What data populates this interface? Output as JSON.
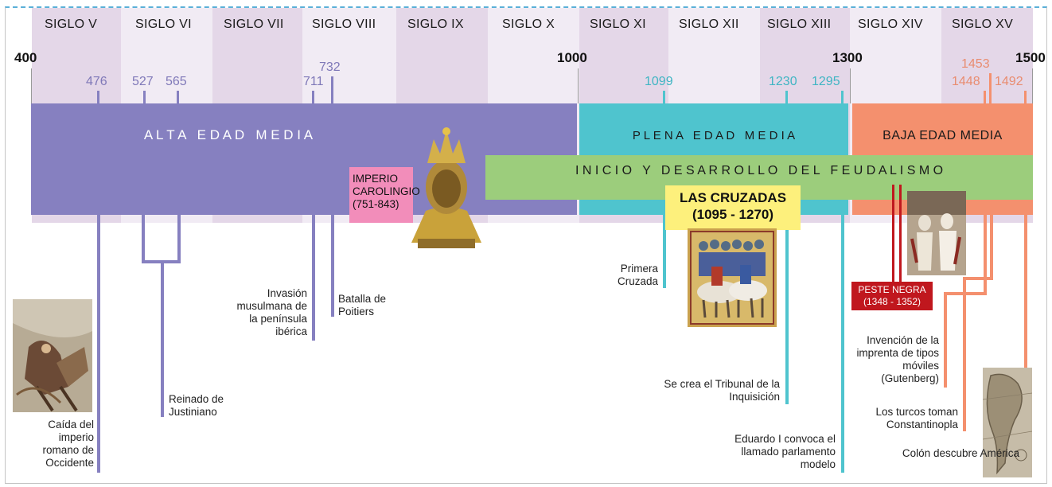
{
  "centuries": [
    "SIGLO V",
    "SIGLO VI",
    "SIGLO VII",
    "SIGLO VIII",
    "SIGLO IX",
    "SIGLO X",
    "SIGLO XI",
    "SIGLO XII",
    "SIGLO XIII",
    "SIGLO XIV",
    "SIGLO XV"
  ],
  "major_years": {
    "y400": "400",
    "y1000": "1000",
    "y1300": "1300",
    "y1500": "1500"
  },
  "years": {
    "y476": "476",
    "y527": "527",
    "y565": "565",
    "y711": "711",
    "y732": "732",
    "y1099": "1099",
    "y1230": "1230",
    "y1295": "1295",
    "y1453": "1453",
    "y1448": "1448",
    "y1492": "1492"
  },
  "periods": {
    "alta": "A L T A   E D A D   M E D I A",
    "plena": "P L E N A   E D A D   M E D I A",
    "baja": "BAJA EDAD MEDIA",
    "feudalismo": "I N I C I O   Y   D E S A R R O L L O   D E L   F E U D A L I S M O"
  },
  "boxes": {
    "carolingio": "IMPERIO CAROLINGIO (751-843)",
    "cruzadas": "LAS CRUZADAS (1095 - 1270)",
    "peste": "PESTE NEGRA (1348 - 1352)"
  },
  "events": {
    "caida": "Caída del imperio romano de Occidente",
    "justiniano": "Reinado de Justiniano",
    "invasion": "Invasión musulmana de la península ibérica",
    "poitiers": "Batalla de Poitiers",
    "primera_cruzada": "Primera Cruzada",
    "inquisicion": "Se crea el Tribunal de la Inquisición",
    "eduardo": "Eduardo I convoca el llamado parlamento modelo",
    "imprenta": "Invención de la imprenta de tipos móviles (Gutenberg)",
    "turcos": "Los turcos toman Constantinopla",
    "colon": "Colón descubre América"
  },
  "colors": {
    "alta": "#8680c0",
    "plena": "#4fc4ce",
    "baja": "#f4906e",
    "feudal": "#9ccd7c",
    "carolingio": "#f28dba",
    "cruzadas": "#fdf07c",
    "peste": "#c0171e",
    "band_light": "#f1ebf4",
    "band_dark": "#e4d7e8"
  },
  "icons": [
    "bust-reliquary-image",
    "battle-painting-image",
    "crusaders-miniature-image",
    "plague-painting-image",
    "old-map-image"
  ]
}
